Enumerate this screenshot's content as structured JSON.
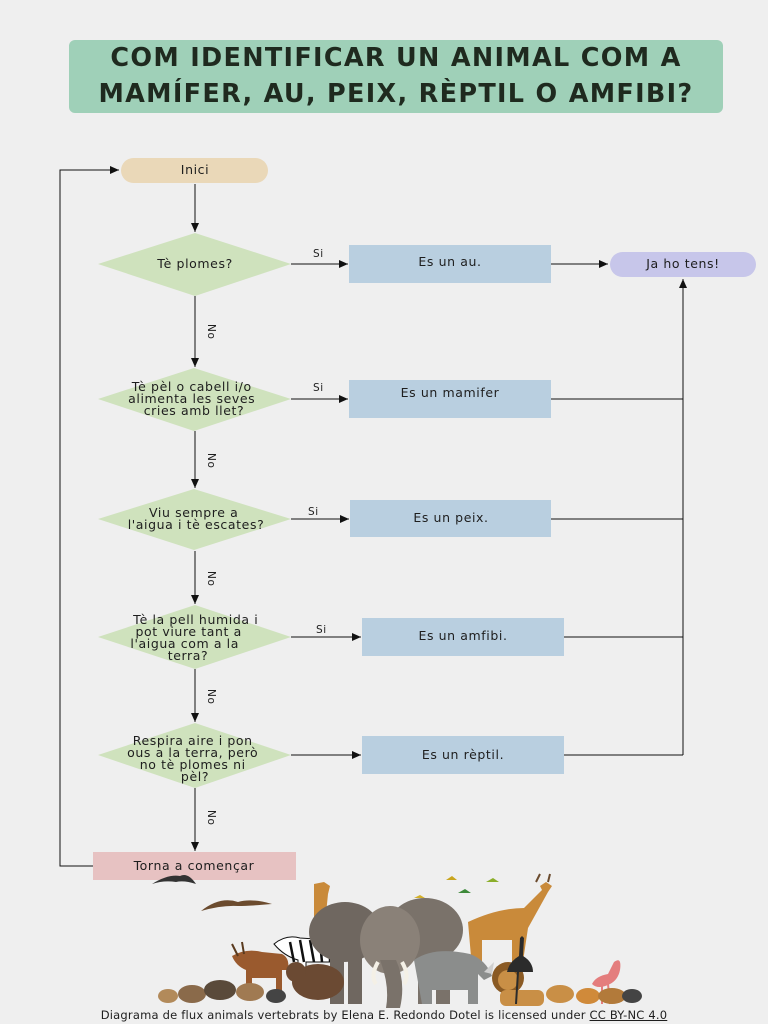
{
  "title": "Com identificar un animal com a mamífer, au, peix, rèptil o amfibi?",
  "start": "Inici",
  "end": "Ja ho tens!",
  "restart": "Torna a començar",
  "yes_label": "Si",
  "no_label": "No",
  "questions": [
    {
      "lines": [
        "Tè plomes?"
      ],
      "answer": "Es un au."
    },
    {
      "lines": [
        "Tè pèl o cabell i/o",
        "alimenta les seves",
        "cries amb llet?"
      ],
      "answer": "Es un mamifer"
    },
    {
      "lines": [
        "Viu sempre a",
        "l'aigua i tè escates?"
      ],
      "answer": "Es un peix."
    },
    {
      "lines": [
        "Tè la pell humida i",
        "pot viure tant a",
        "l'aigua com a la",
        "terra?"
      ],
      "answer": "Es un amfibi."
    },
    {
      "lines": [
        "Respira aire i pon",
        "ous a la terra, però",
        "no tè plomes ni",
        "pèl?"
      ],
      "answer": "Es un rèptil."
    }
  ],
  "footer": {
    "text": "Diagrama de flux animals vertebrats by Elena E. Redondo Dotel is licensed under",
    "license": "CC BY-NC 4.0"
  },
  "colors": {
    "title_bg": "#9fd0b8",
    "start": "#ead8b8",
    "decision": "#cfe2bd",
    "answer": "#b9cfe0",
    "end": "#c7c6ea",
    "restart": "#e7c2c2"
  }
}
